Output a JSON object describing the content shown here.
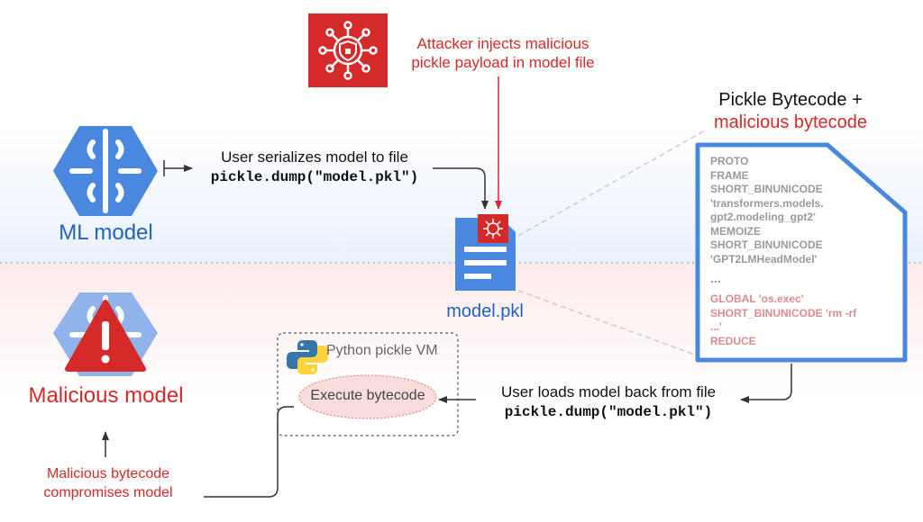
{
  "attacker": {
    "icon": "shield-network-icon",
    "line1": "Attacker injects malicious",
    "line2": "pickle payload in model file",
    "color": "#d42a2a"
  },
  "ml_model": {
    "label": "ML model",
    "icon": "brain-icon",
    "color": "#1f63c4"
  },
  "malicious_model": {
    "label": "Malicious model",
    "icon": "brain-warning-icon",
    "color": "#d42a2a"
  },
  "serialize": {
    "line1": "User serializes model to file",
    "code": "pickle.dump(\"model.pkl\")"
  },
  "load": {
    "line1": "User loads model back from file",
    "code": "pickle.dump(\"model.pkl\")"
  },
  "file": {
    "label": "model.pkl",
    "icon": "document-icon"
  },
  "bytecode": {
    "title1": "Pickle Bytecode +",
    "title2": "malicious bytecode",
    "normal_lines": [
      "PROTO",
      "FRAME",
      "SHORT_BINUNICODE",
      "'transformers.models.",
      "gpt2.modeling_gpt2'",
      "MEMOIZE",
      "SHORT_BINUNICODE",
      "'GPT2LMHeadModel'"
    ],
    "ellipsis": "...",
    "malicious_lines": [
      "GLOBAL 'os.exec'",
      "SHORT_BINUNICODE 'rm -rf",
      "...'",
      "REDUCE"
    ]
  },
  "vm": {
    "title": "Python pickle VM",
    "icon": "python-icon",
    "execute": "Execute bytecode"
  },
  "compromise": {
    "line1": "Malicious bytecode",
    "line2": "compromises model"
  }
}
